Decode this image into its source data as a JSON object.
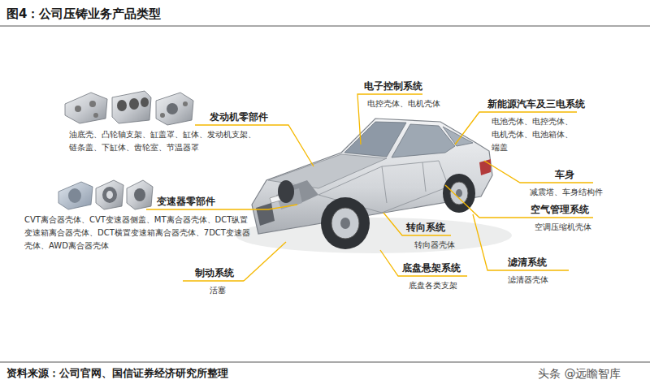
{
  "diagram": {
    "title": "图4：公司压铸业务产品类型",
    "caption": "资料来源：公司官网、国信证券经济研究所整理",
    "labels": [
      "电子控制系统",
      "电控壳体、电机壳体",
      "发动机零部件",
      "油底壳、凸轮轴支架、缸盖罩、缸体、发动机支架、链条盖、下缸体、齿轮室、节温器罩",
      "新能源汽车及三电系统",
      "电池壳体、电控壳体、电机壳体、电池箱体、端盖",
      "车身",
      "减震塔、车身结构件",
      "变速器零部件",
      "空气管理系统",
      "空调压缩机壳体",
      "CVT离合器壳体、CVT变速器侧盖、MT离合器壳体、DCT纵置变速箱离合器壳体、DCT横置变速箱离合器壳体、7DCT变速器壳体、AWD离合器壳体",
      "转向系统",
      "转向器壳体",
      "滤清系统",
      "滤清器壳体",
      "底盘悬架系统",
      "底盘各类支架",
      "制动系统",
      "活塞",
      "头条 @远瞻智库"
    ]
  }
}
